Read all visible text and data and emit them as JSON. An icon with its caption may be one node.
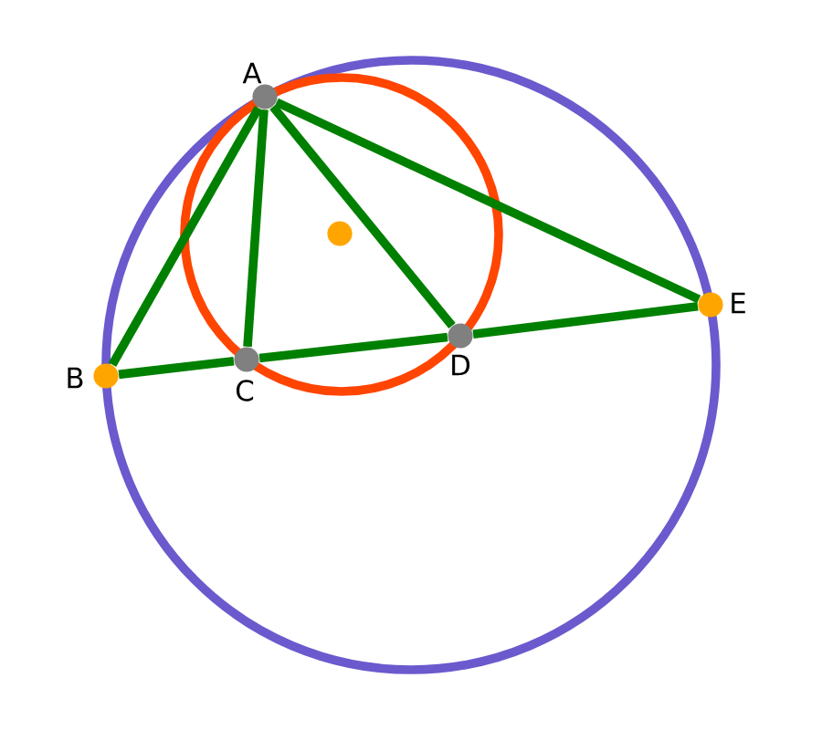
{
  "diagram": {
    "nodes": [
      {
        "text": [
          "A"
        ]
      },
      {
        "text": [
          "B"
        ]
      },
      {
        "text": [
          "C"
        ]
      },
      {
        "text": [
          "D"
        ]
      },
      {
        "text": [
          "E"
        ]
      },
      {
        "text": [],
        "shape": "circle"
      }
    ],
    "edges": [
      {
        "from": 0,
        "to": 1,
        "arrow": "none"
      },
      {
        "from": 0,
        "to": 2,
        "arrow": "none"
      },
      {
        "from": 0,
        "to": 3,
        "arrow": "none"
      },
      {
        "from": 0,
        "to": 4,
        "arrow": "none"
      },
      {
        "from": 1,
        "to": 2,
        "arrow": "none"
      },
      {
        "from": 2,
        "to": 3,
        "arrow": "none"
      },
      {
        "from": 3,
        "to": 4,
        "arrow": "none"
      }
    ]
  }
}
